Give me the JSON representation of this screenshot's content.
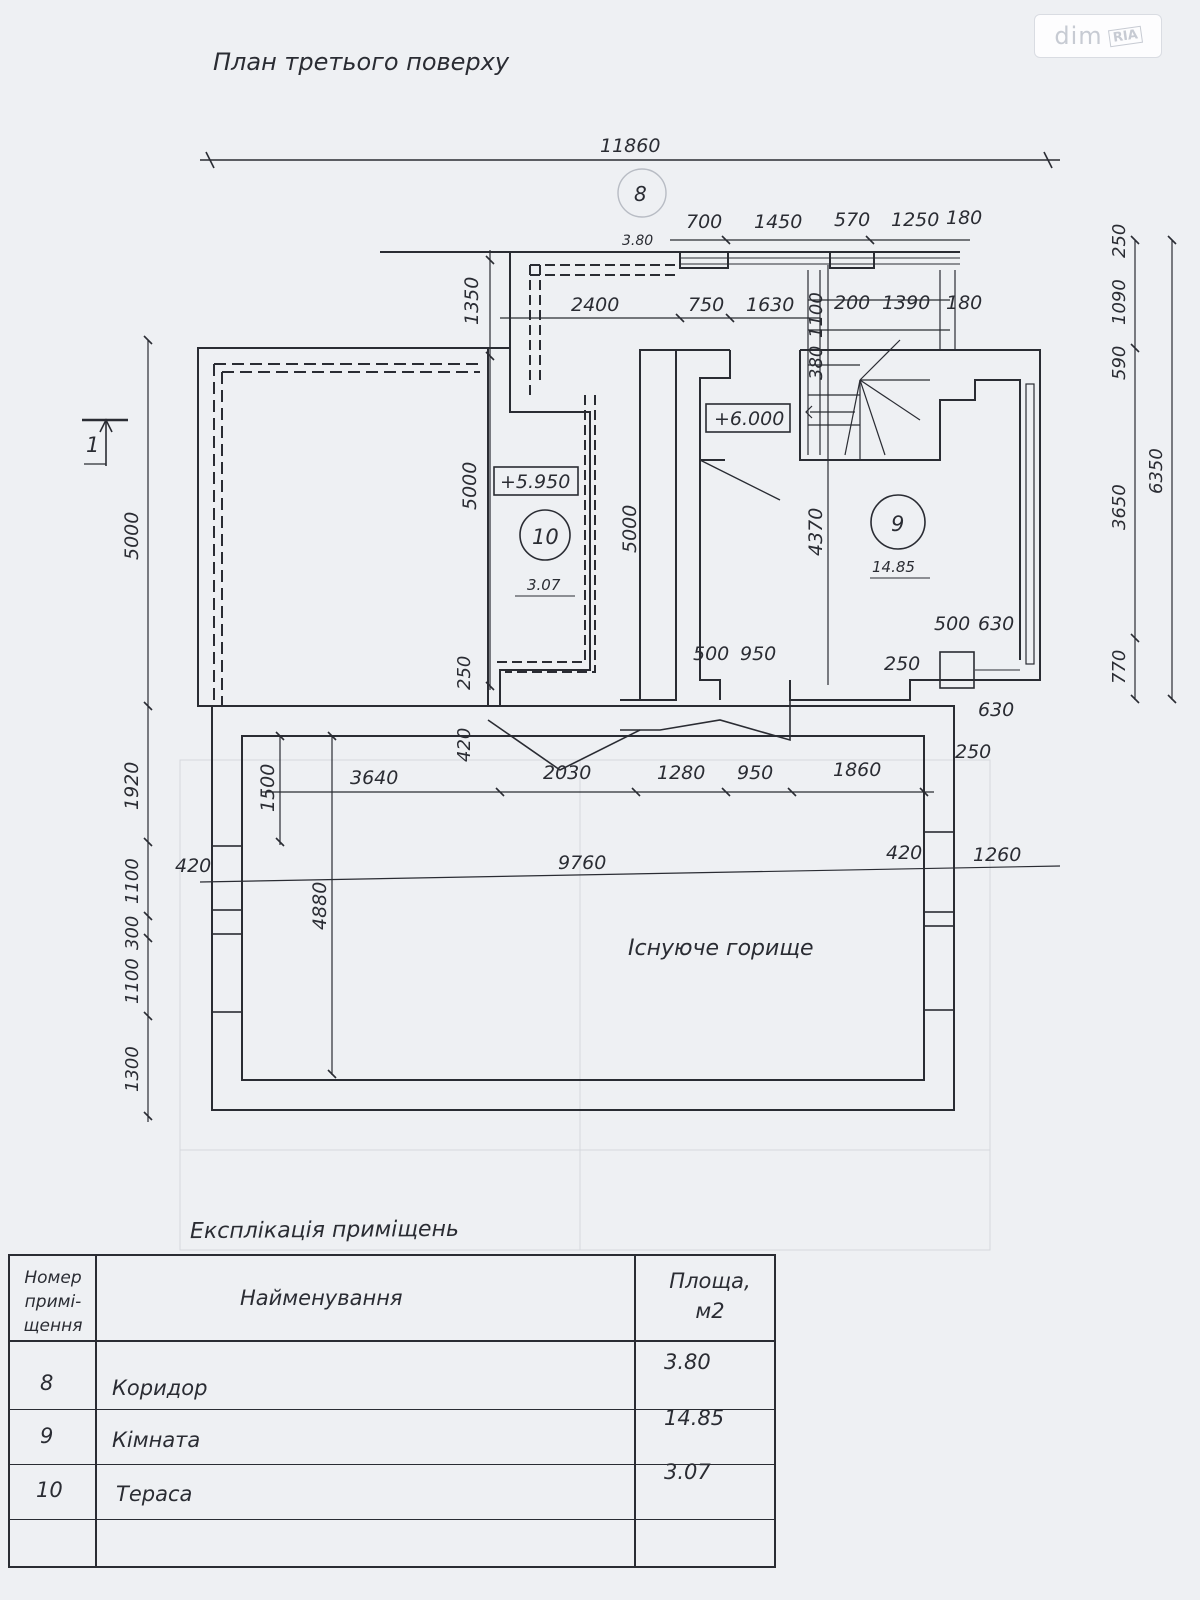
{
  "title": "План третього поверху",
  "watermark": {
    "brand": "dim",
    "sub": "RIA"
  },
  "section_mark": "1",
  "room_label": "Існуюче горище",
  "levels": {
    "upper": "+6.000",
    "terrace": "+5.950"
  },
  "rooms": [
    {
      "number": "8",
      "area": "3.80"
    },
    {
      "number": "10",
      "area": "3.07"
    },
    {
      "number": "9",
      "area": "14.85"
    }
  ],
  "dims": {
    "overall": "11860",
    "top_row": [
      "700",
      "1450",
      "570",
      "1250",
      "180"
    ],
    "mid_row": [
      "2400",
      "750",
      "1630",
      "200",
      "1390",
      "180"
    ],
    "left_outer": [
      "1350",
      "5000",
      "1920",
      "1100",
      "300",
      "1100",
      "1300"
    ],
    "inner_v": [
      "5000",
      "5000",
      "4370",
      "380",
      "1100",
      "250",
      "420",
      "1500",
      "4880"
    ],
    "right_outer": [
      "250",
      "1090",
      "590",
      "3650",
      "770",
      "6350"
    ],
    "lower_row": [
      "3640",
      "2030",
      "1280",
      "950",
      "1860"
    ],
    "width_row": [
      "420",
      "9760",
      "420",
      "1260"
    ],
    "misc": [
      "500",
      "950",
      "500",
      "630",
      "250",
      "630",
      "250"
    ]
  },
  "explication": {
    "title": "Експлікація приміщень",
    "headers": {
      "number": "Номер примі- щення",
      "name": "Найменування",
      "area": "Площа, м2"
    },
    "rows": [
      {
        "number": "8",
        "name": "Коридор",
        "area": "3.80"
      },
      {
        "number": "9",
        "name": "Кімната",
        "area": "14.85"
      },
      {
        "number": "10",
        "name": "Тераса",
        "area": "3.07"
      }
    ]
  }
}
